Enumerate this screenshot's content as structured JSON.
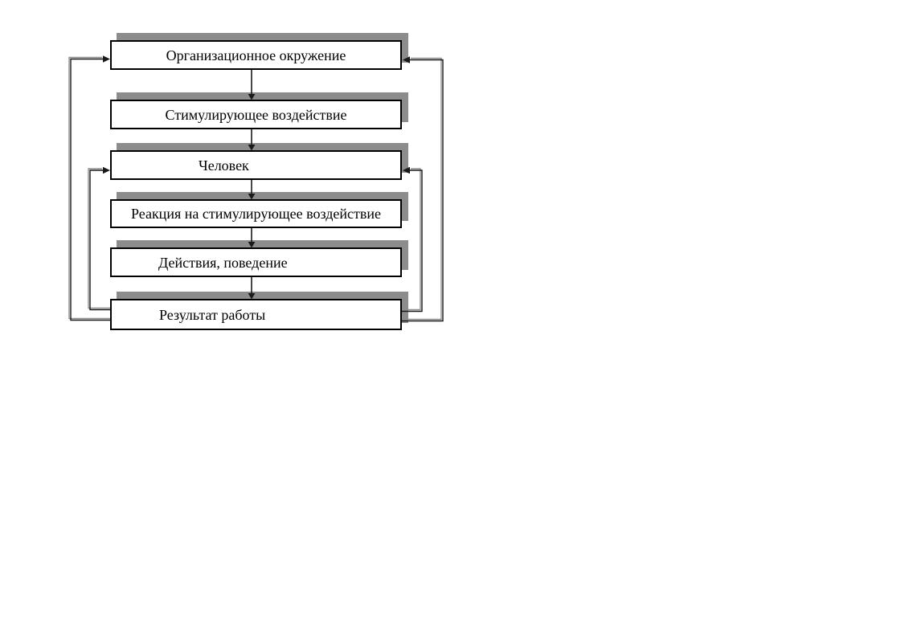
{
  "diagram": {
    "title": "",
    "nodes": [
      {
        "id": "n1",
        "label": "Организационное окружение"
      },
      {
        "id": "n2",
        "label": "Стимулирующее воздействие"
      },
      {
        "id": "n3",
        "label": "Человек"
      },
      {
        "id": "n4",
        "label": "Реакция на стимулирующее воздействие"
      },
      {
        "id": "n5",
        "label": "Действия, поведение"
      },
      {
        "id": "n6",
        "label": "Результат работы"
      }
    ],
    "edges": {
      "main_flow": [
        {
          "from": "n1",
          "to": "n2"
        },
        {
          "from": "n2",
          "to": "n3"
        },
        {
          "from": "n3",
          "to": "n4"
        },
        {
          "from": "n4",
          "to": "n5"
        },
        {
          "from": "n5",
          "to": "n6"
        }
      ],
      "feedback": [
        {
          "from": "n6",
          "to": "n1",
          "side": "left",
          "loop": "outer"
        },
        {
          "from": "n6",
          "to": "n1",
          "side": "right",
          "loop": "outer"
        },
        {
          "from": "n6",
          "to": "n3",
          "side": "left",
          "loop": "inner"
        },
        {
          "from": "n6",
          "to": "n3",
          "side": "right",
          "loop": "inner"
        }
      ]
    }
  },
  "colors": {
    "background": "#ffffff",
    "box_fill": "#ffffff",
    "box_border": "#000000",
    "box_shadow": "#8c8c8c",
    "connector": "#1a1a1a",
    "text": "#000000"
  }
}
